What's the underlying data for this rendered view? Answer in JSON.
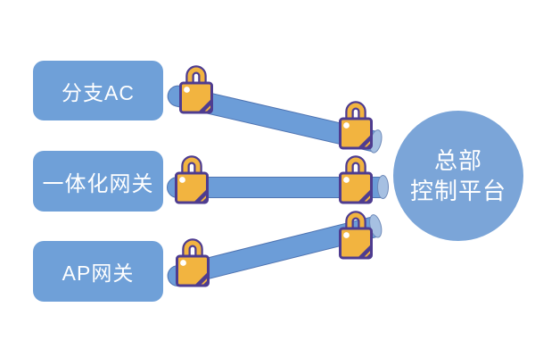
{
  "nodes": [
    {
      "id": "branch-ac",
      "label": "分支AC"
    },
    {
      "id": "integrated-gateway",
      "label": "一体化网关"
    },
    {
      "id": "ap-gateway",
      "label": "AP网关"
    }
  ],
  "hub": {
    "label_line1": "总部",
    "label_line2": "控制平台"
  },
  "connections": [
    {
      "from": "分支AC",
      "to": "总部控制平台",
      "endpoint_icons": "padlock-icon"
    },
    {
      "from": "一体化网关",
      "to": "总部控制平台",
      "endpoint_icons": "padlock-icon"
    },
    {
      "from": "AP网关",
      "to": "总部控制平台",
      "endpoint_icons": "padlock-icon"
    }
  ],
  "colors": {
    "node_fill": "#6FA0D8",
    "hub_fill": "#7BA5D8",
    "pipe_fill": "#6C9DD8",
    "pipe_stroke": "#4F74B2",
    "cap_fill": "#A6C0E2",
    "cap_stroke": "#6E89B8",
    "lock_orange": "#F2B440",
    "lock_purple": "#4E3C90",
    "text_color": "#FFFFFF"
  }
}
